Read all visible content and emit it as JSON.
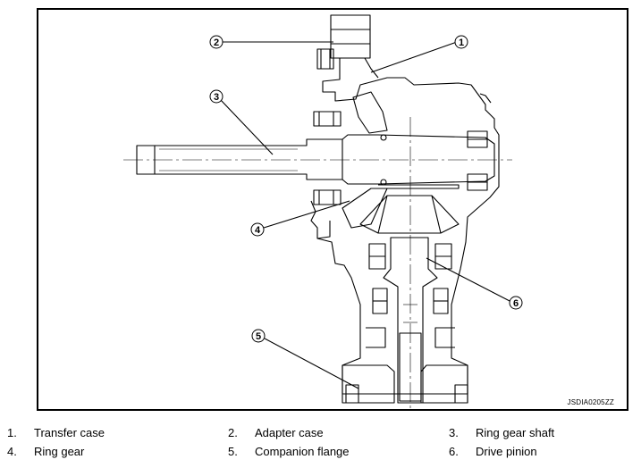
{
  "figure": {
    "code": "JSDIA0205ZZ",
    "callouts": [
      "1",
      "2",
      "3",
      "4",
      "5",
      "6"
    ]
  },
  "legend": [
    {
      "num": "1.",
      "label": "Transfer case"
    },
    {
      "num": "2.",
      "label": "Adapter case"
    },
    {
      "num": "3.",
      "label": "Ring gear shaft"
    },
    {
      "num": "4.",
      "label": "Ring gear"
    },
    {
      "num": "5.",
      "label": "Companion flange"
    },
    {
      "num": "6.",
      "label": "Drive pinion"
    }
  ]
}
